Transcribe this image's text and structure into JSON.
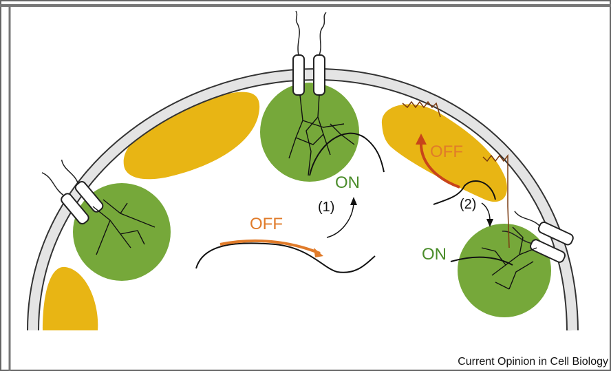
{
  "labels": {
    "off_center": "OFF",
    "on_center": "ON",
    "step1": "(1)",
    "off_right": "OFF",
    "step2": "(2)",
    "on_right": "ON"
  },
  "credit": "Current Opinion in Cell Biology",
  "colors": {
    "domain_green": "#76a83a",
    "domain_yellow": "#e8b514",
    "membrane": "#e4e4e4",
    "membrane_edge": "#333333",
    "on_text": "#4a8c2a",
    "off_text": "#e07b2a",
    "off_arrow_dark": "#c8441a",
    "frame": "#666666"
  }
}
